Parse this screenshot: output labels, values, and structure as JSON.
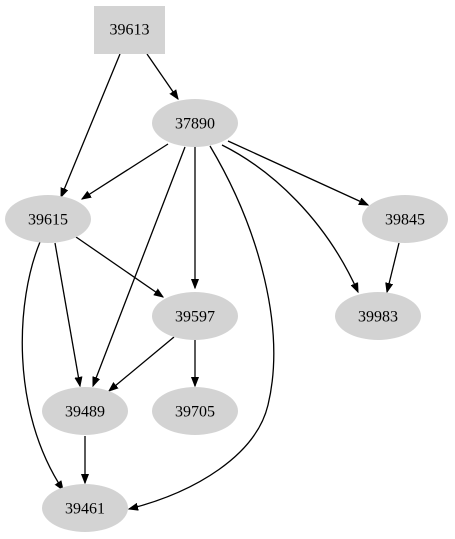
{
  "graph": {
    "nodes": [
      {
        "id": "n39613",
        "label": "39613",
        "shape": "box"
      },
      {
        "id": "n37890",
        "label": "37890",
        "shape": "ellipse"
      },
      {
        "id": "n39615",
        "label": "39615",
        "shape": "ellipse"
      },
      {
        "id": "n39845",
        "label": "39845",
        "shape": "ellipse"
      },
      {
        "id": "n39597",
        "label": "39597",
        "shape": "ellipse"
      },
      {
        "id": "n39983",
        "label": "39983",
        "shape": "ellipse"
      },
      {
        "id": "n39489",
        "label": "39489",
        "shape": "ellipse"
      },
      {
        "id": "n39705",
        "label": "39705",
        "shape": "ellipse"
      },
      {
        "id": "n39461",
        "label": "39461",
        "shape": "ellipse"
      }
    ],
    "edges": [
      {
        "from": "39613",
        "to": "37890"
      },
      {
        "from": "39613",
        "to": "39615"
      },
      {
        "from": "37890",
        "to": "39615"
      },
      {
        "from": "37890",
        "to": "39845"
      },
      {
        "from": "37890",
        "to": "39983"
      },
      {
        "from": "37890",
        "to": "39597"
      },
      {
        "from": "37890",
        "to": "39489"
      },
      {
        "from": "37890",
        "to": "39461"
      },
      {
        "from": "39615",
        "to": "39597"
      },
      {
        "from": "39615",
        "to": "39489"
      },
      {
        "from": "39615",
        "to": "39461"
      },
      {
        "from": "39845",
        "to": "39983"
      },
      {
        "from": "39597",
        "to": "39489"
      },
      {
        "from": "39597",
        "to": "39705"
      },
      {
        "from": "39489",
        "to": "39461"
      }
    ],
    "colors": {
      "node_fill": "#d3d3d3",
      "edge": "#000000",
      "background": "#ffffff"
    }
  }
}
